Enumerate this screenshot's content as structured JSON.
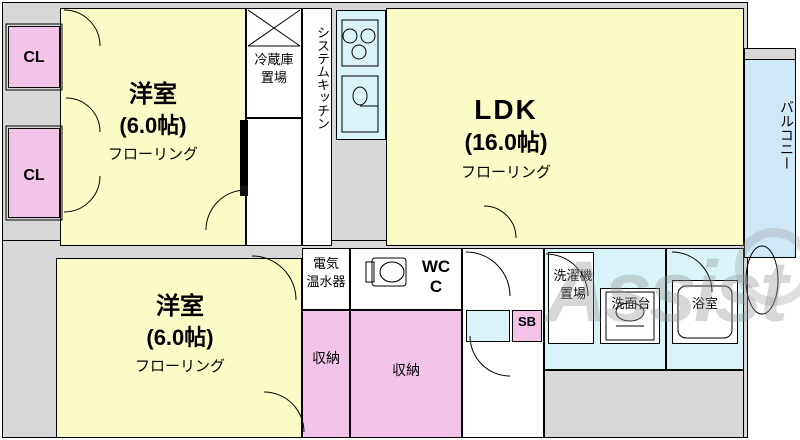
{
  "plan": {
    "title": "賃貸間取り図",
    "watermark": "Assist",
    "rooms": [
      {
        "id": "cl_top",
        "label": "CL",
        "type": "closet"
      },
      {
        "id": "cl_bottom",
        "label": "CL",
        "type": "closet"
      },
      {
        "id": "washitsu_top",
        "label": "洋室",
        "size": "(6.0帖)",
        "floor": "フローリング"
      },
      {
        "id": "reizouko",
        "label": "冷蔵庫\n置場"
      },
      {
        "id": "kitchen",
        "label": "システムキッチン"
      },
      {
        "id": "ldk",
        "label": "LDK",
        "size": "(16.0帖)",
        "floor": "フローリング"
      },
      {
        "id": "balcony",
        "label": "バルコニー"
      },
      {
        "id": "washitsu_bottom",
        "label": "洋室",
        "size": "(6.0帖)",
        "floor": "フローリング"
      },
      {
        "id": "denki_onsuiki",
        "label": "電気\n温水器"
      },
      {
        "id": "wc",
        "label": "WC"
      },
      {
        "id": "c_mark",
        "label": "C"
      },
      {
        "id": "sb",
        "label": "SB"
      },
      {
        "id": "sentakuki",
        "label": "洗濯機\n置場"
      },
      {
        "id": "senmendai",
        "label": "洗面台"
      },
      {
        "id": "yokushitsu",
        "label": "浴室"
      },
      {
        "id": "shuunou_small",
        "label": "収納"
      },
      {
        "id": "shuunou_large",
        "label": "収納"
      }
    ]
  },
  "labels": {
    "cl_top": "CL",
    "cl_bottom": "CL",
    "yoshitsu1_name": "洋室",
    "yoshitsu1_size": "(6.0帖)",
    "yoshitsu1_floor": "フローリング",
    "reizouko_l1": "冷蔵庫",
    "reizouko_l2": "置場",
    "kitchen": "システムキッチン",
    "ldk_name": "LDK",
    "ldk_size": "(16.0帖)",
    "ldk_floor": "フローリング",
    "balcony": "バルコニー",
    "yoshitsu2_name": "洋室",
    "yoshitsu2_size": "(6.0帖)",
    "yoshitsu2_floor": "フローリング",
    "denki_l1": "電気",
    "denki_l2": "温水器",
    "wc": "WC",
    "c": "C",
    "sb": "SB",
    "sentakuki_l1": "洗濯機",
    "sentakuki_l2": "置場",
    "senmendai": "洗面台",
    "yokushitsu": "浴室",
    "shuunou_small": "収納",
    "shuunou_large": "収納",
    "watermark": "Assist"
  },
  "colors": {
    "room_yellow": "#fbfbc8",
    "closet_pink": "#f3c4e8",
    "water_cyan": "#d8f4f8",
    "balcony_blue": "#cfe8f5",
    "outline": "#000000",
    "wall_gray": "#d7d7d7"
  }
}
